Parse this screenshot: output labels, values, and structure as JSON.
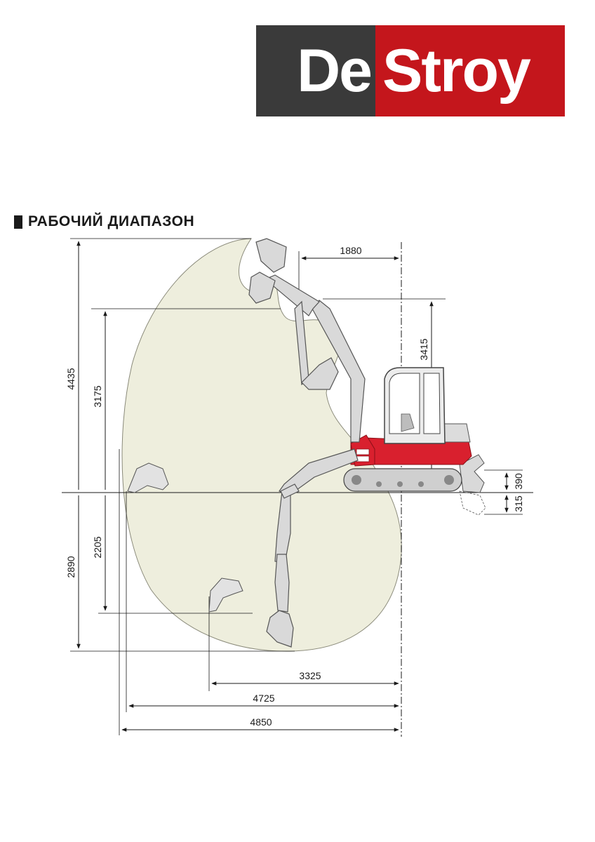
{
  "logo": {
    "left_text": "De",
    "right_text": "Stroy",
    "left_color": "#3a3a3a",
    "right_color": "#c4161c"
  },
  "section_title": "РАБОЧИЙ ДИАПАЗОН",
  "colors": {
    "envelope_fill": "#eeeedd",
    "machine_gray": "#d9d9d9",
    "machine_red": "#d9202e",
    "line": "#1a1a1a"
  },
  "dimensions": {
    "max_dig_height": "4435",
    "max_dump_height": "3175",
    "max_dig_depth": "2890",
    "max_vertical_wall_depth": "2205",
    "min_front_swing_radius": "1880",
    "height_at_min_radius": "3415",
    "blade_lift": "390",
    "blade_depth": "315",
    "reach_at_depth": "3325",
    "reach_at_ground": "4725",
    "max_reach": "4850"
  }
}
